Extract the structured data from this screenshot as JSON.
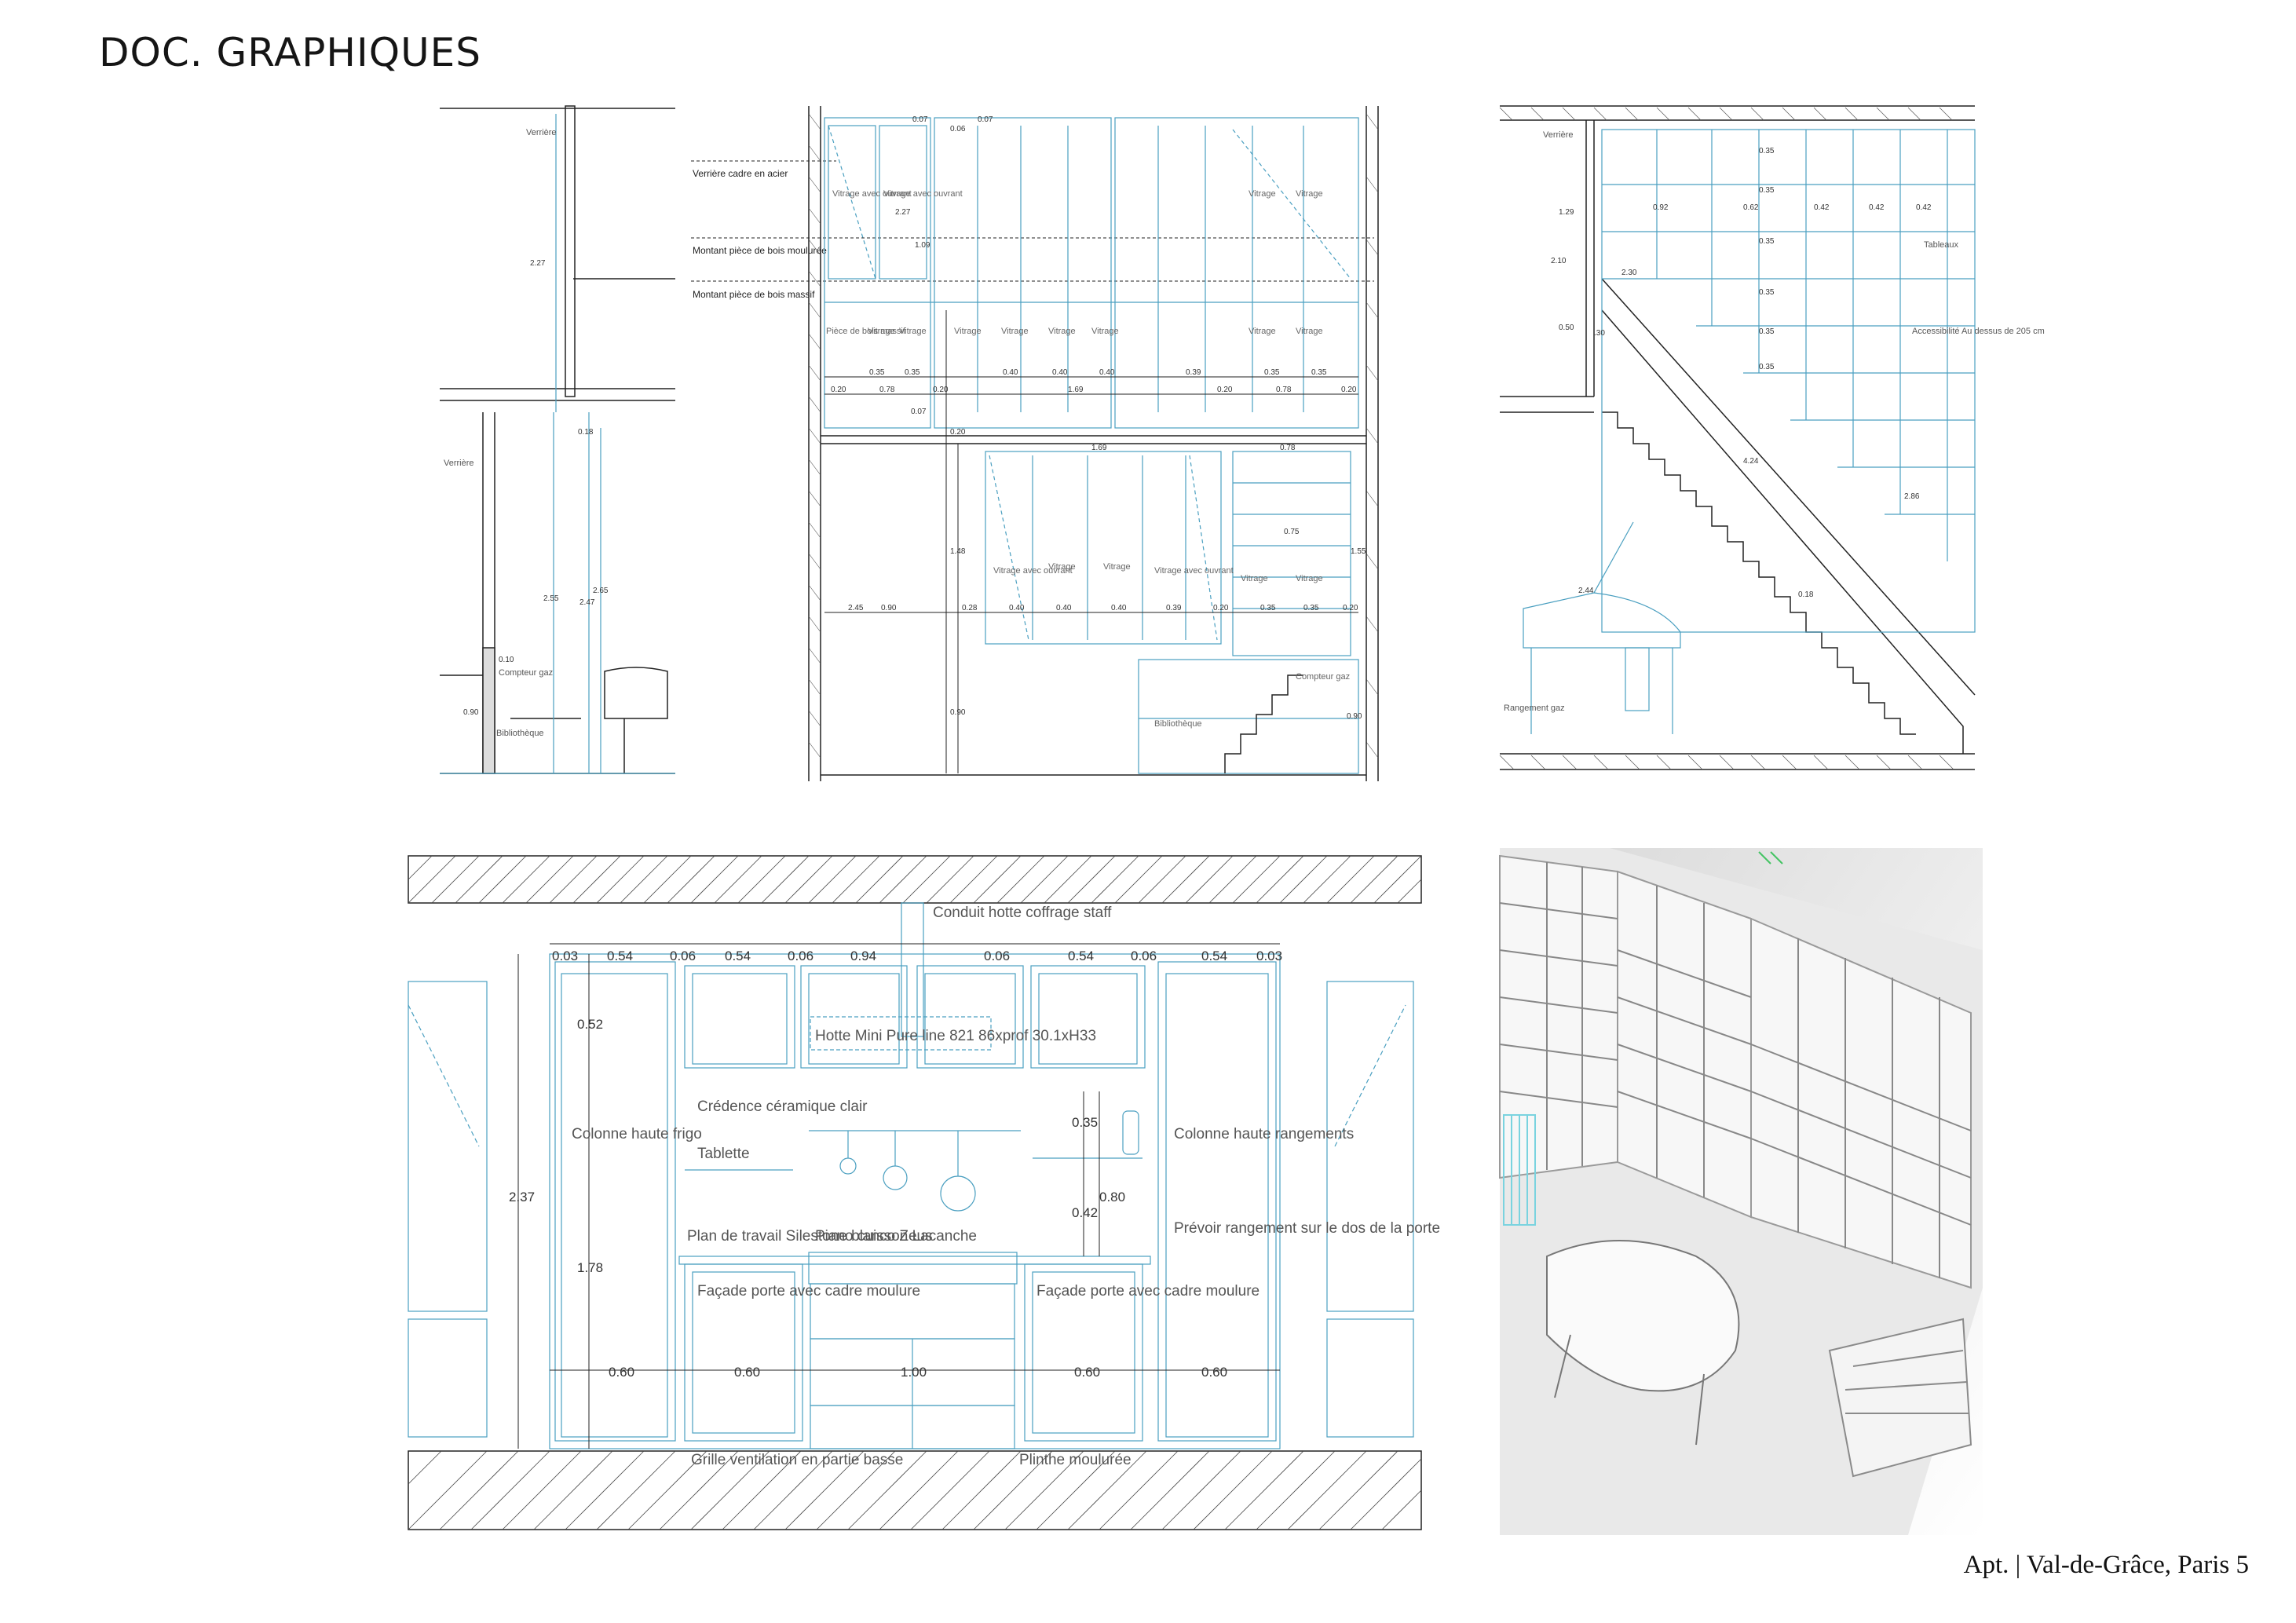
{
  "header": {
    "title": "DOC. GRAPHIQUES"
  },
  "footer": {
    "caption": "Apt. | Val-de-Grâce, Paris 5"
  },
  "section_elevation": {
    "labels": {
      "verriere_top": "Verrière",
      "verriere_bottom": "Verrière",
      "compteur_gaz": "Compteur gaz",
      "bibliotheque": "Bibliothèque",
      "dim_227": "2.27",
      "dim_018": "0.18",
      "dim_255": "2.55",
      "dim_247": "2.47",
      "dim_265": "2.65",
      "dim_090": "0.90",
      "dim_010": "0.10"
    }
  },
  "verriere_elevation": {
    "notes": {
      "note1": "Verrière cadre en acier",
      "note2": "Montant pièce de bois moulurée",
      "note3": "Montant pièce de bois massif"
    },
    "upper_labels": [
      "Vitrage avec ouvrant",
      "Vitrage avec ouvrant",
      "Vitrage",
      "Vitrage"
    ],
    "row_labels": [
      "Pièce de bois massif",
      "Vitrage",
      "Vitrage",
      "Pièce de bois massif",
      "Vitrage",
      "Vitrage",
      "Vitrage",
      "Vitrage",
      "Pièce de bois massif",
      "Vitrage",
      "Vitrage",
      "Pièce de bois massif"
    ],
    "dims_row1": [
      "0.35",
      "0.35",
      "0.40",
      "0.40",
      "0.40",
      "0.39",
      "0.35",
      "0.35"
    ],
    "dims_row2": [
      "0.20",
      "0.78",
      "0.20",
      "1.69",
      "0.20",
      "0.78",
      "0.20"
    ],
    "dims_misc": {
      "d007a": "0.07",
      "d006": "0.06",
      "d007b": "0.07",
      "d109": "1.09",
      "d227": "2.27",
      "d007c": "0.07",
      "d020": "0.20",
      "d169": "1.69",
      "d078": "0.78",
      "d075": "0.75",
      "d148": "1.48",
      "d155": "1.55",
      "d245": "2.45",
      "d090": "0.90",
      "d090b": "0.90",
      "d090c": "0.90"
    },
    "lower_labels": [
      "Vitrage avec ouvrant",
      "Vitrage",
      "Vitrage",
      "Vitrage avec ouvrant",
      "Vitrage",
      "Vitrage"
    ],
    "dims_row3": [
      "0.90",
      "0.28",
      "0.40",
      "0.40",
      "0.40",
      "0.39",
      "0.20",
      "0.35",
      "0.35",
      "0.20"
    ],
    "compteur": "Compteur gaz",
    "bibliotheque": "Bibliothèque"
  },
  "stair_section": {
    "labels": {
      "verriere": "Verrière",
      "tableaux": "Tableaux",
      "accessibilite": "Accessibilité Au dessus de 205 cm",
      "rangement": "Rangement gaz"
    },
    "dims": {
      "d035a": "0.35",
      "d035b": "0.35",
      "d035c": "0.35",
      "d035d": "0.35",
      "d035e": "0.35",
      "d035f": "0.35",
      "d092": "0.92",
      "d062": "0.62",
      "d042a": "0.42",
      "d042b": "0.42",
      "d042c": "0.42",
      "d129": "1.29",
      "d210": "2.10",
      "d230": "2.30",
      "d050": "0.50",
      "d030": ".30",
      "d424": "4.24",
      "d244": "2.44",
      "d018": "0.18",
      "d286": "2.86"
    }
  },
  "kitchen_elevation": {
    "top_dims": [
      "0.03",
      "0.54",
      "0.06",
      "0.54",
      "0.06",
      "0.94",
      "0.06",
      "0.54",
      "0.06",
      "0.54",
      "0.03"
    ],
    "bottom_dims": [
      "0.60",
      "0.60",
      "1.00",
      "0.60",
      "0.60"
    ],
    "vertical_dims": {
      "total": "2.37",
      "upper": "0.52",
      "column": "1.78",
      "d035": "0.35",
      "d080": "0.80",
      "d042": "0.42"
    },
    "labels": {
      "conduit": "Conduit hotte coffrage staff",
      "hotte": "Hotte Mini Pure line 821 86xprof 30.1xH33",
      "credence": "Crédence céramique clair",
      "tablette": "Tablette",
      "colonne_frigo": "Colonne haute frigo",
      "colonne_rangements": "Colonne haute rangements",
      "plan_travail": "Plan de travail Silestone blanco Zeus",
      "piano": "Piano cuisson Lacanche",
      "prevoir": "Prévoir rangement sur le dos de la porte",
      "facade_left": "Façade porte avec cadre moulure",
      "facade_right": "Façade porte avec cadre moulure",
      "grille": "Grille ventilation en partie basse",
      "plinthe": "Plinthe moulurée"
    }
  },
  "render_3d": {
    "description_icon": "stair-bookshelf-render"
  },
  "colors": {
    "drawing_blue": "#4a9fc0",
    "line_dark": "#222222",
    "hatch": "#444444"
  }
}
